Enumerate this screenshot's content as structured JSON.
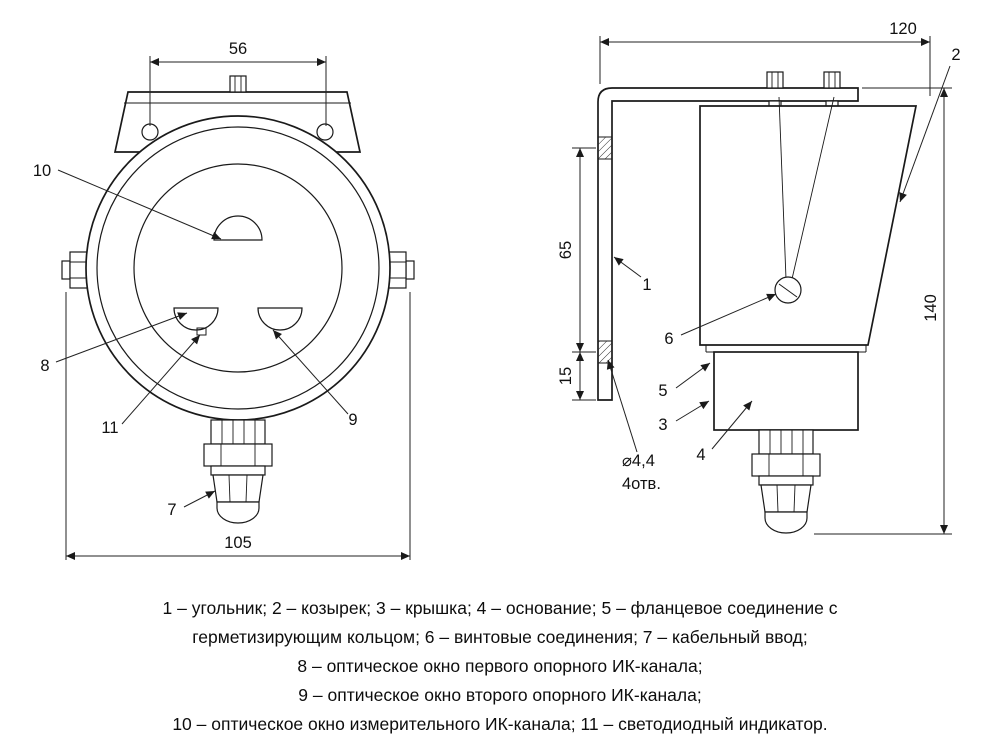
{
  "drawing": {
    "front_view": {
      "dim_top": "56",
      "dim_bottom": "105",
      "callouts": {
        "c7": "7",
        "c8": "8",
        "c9": "9",
        "c10": "10",
        "c11": "11"
      }
    },
    "side_view": {
      "dim_top": "120",
      "dim_upper": "65",
      "dim_lower": "15",
      "dim_right": "140",
      "hole_note": {
        "diameter": "⌀4,4",
        "count": "4отв."
      },
      "callouts": {
        "c1": "1",
        "c2": "2",
        "c3": "3",
        "c4": "4",
        "c5": "5",
        "c6": "6"
      }
    }
  },
  "legend": {
    "lines": [
      "1 – угольник; 2 – козырек; 3 – крышка; 4 – основание; 5 – фланцевое соединение с",
      "герметизирующим кольцом; 6 – винтовые соединения; 7 – кабельный ввод;",
      "8 – оптическое окно первого  опорного  ИК-канала;",
      "9 – оптическое окно второго опорного  ИК-канала;",
      "10 – оптическое окно измерительного ИК-канала; 11 – светодиодный индикатор."
    ]
  }
}
